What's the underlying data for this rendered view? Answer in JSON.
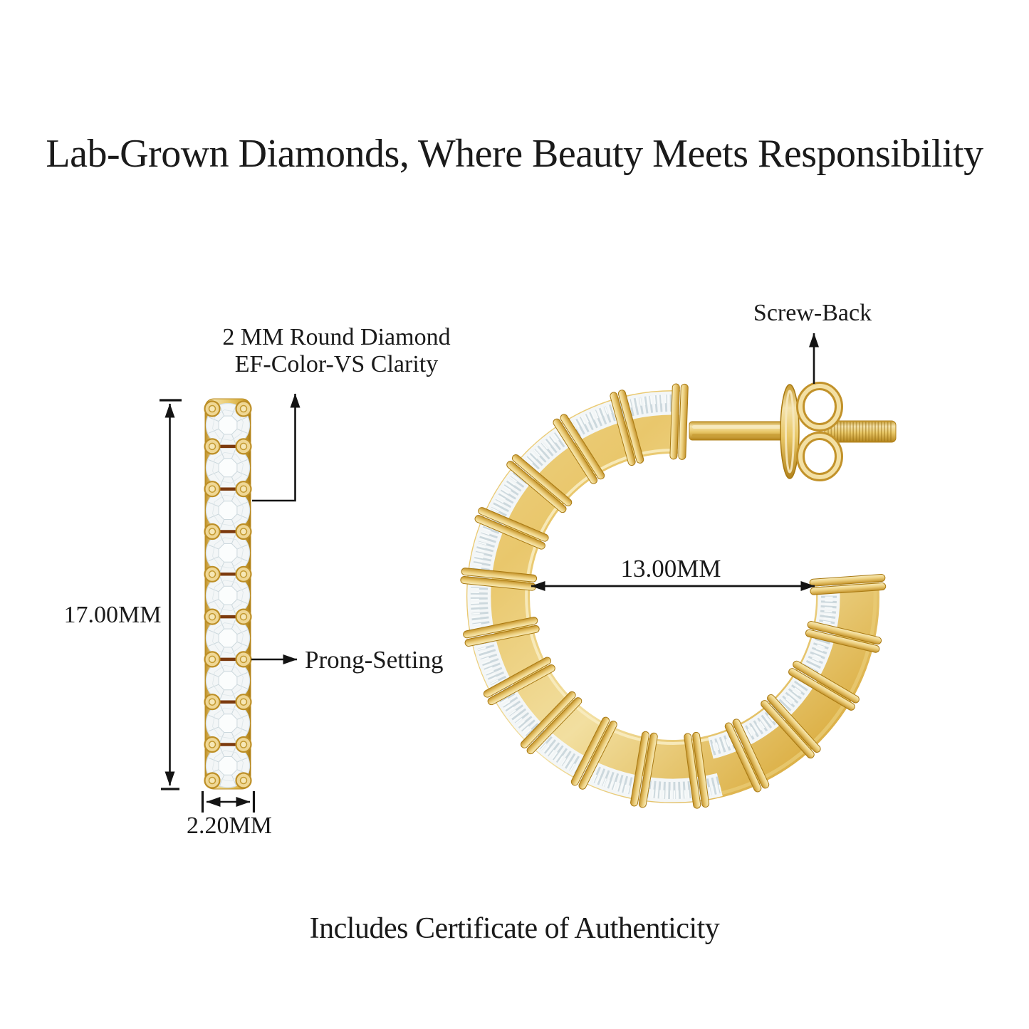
{
  "title": "Lab-Grown Diamonds, Where Beauty Meets Responsibility",
  "footer": "Includes Certificate of Authenticity",
  "side_view": {
    "height_label": "17.00MM",
    "width_label": "2.20MM",
    "diamond_annotation_line1": "2 MM Round Diamond",
    "diamond_annotation_line2": "EF-Color-VS Clarity",
    "prong_annotation": "Prong-Setting",
    "diamond_count": 9
  },
  "front_view": {
    "inner_diameter_label": "13.00MM",
    "back_annotation": "Screw-Back"
  },
  "colors": {
    "gold": "#E7C363",
    "gold_dark": "#B3831C",
    "gold_light": "#F6E8BE",
    "diamond_white": "#F3F6F7",
    "diamond_facet": "#CCD8DD",
    "line": "#141414",
    "text": "#1A1A1A",
    "background": "#FFFFFF"
  }
}
